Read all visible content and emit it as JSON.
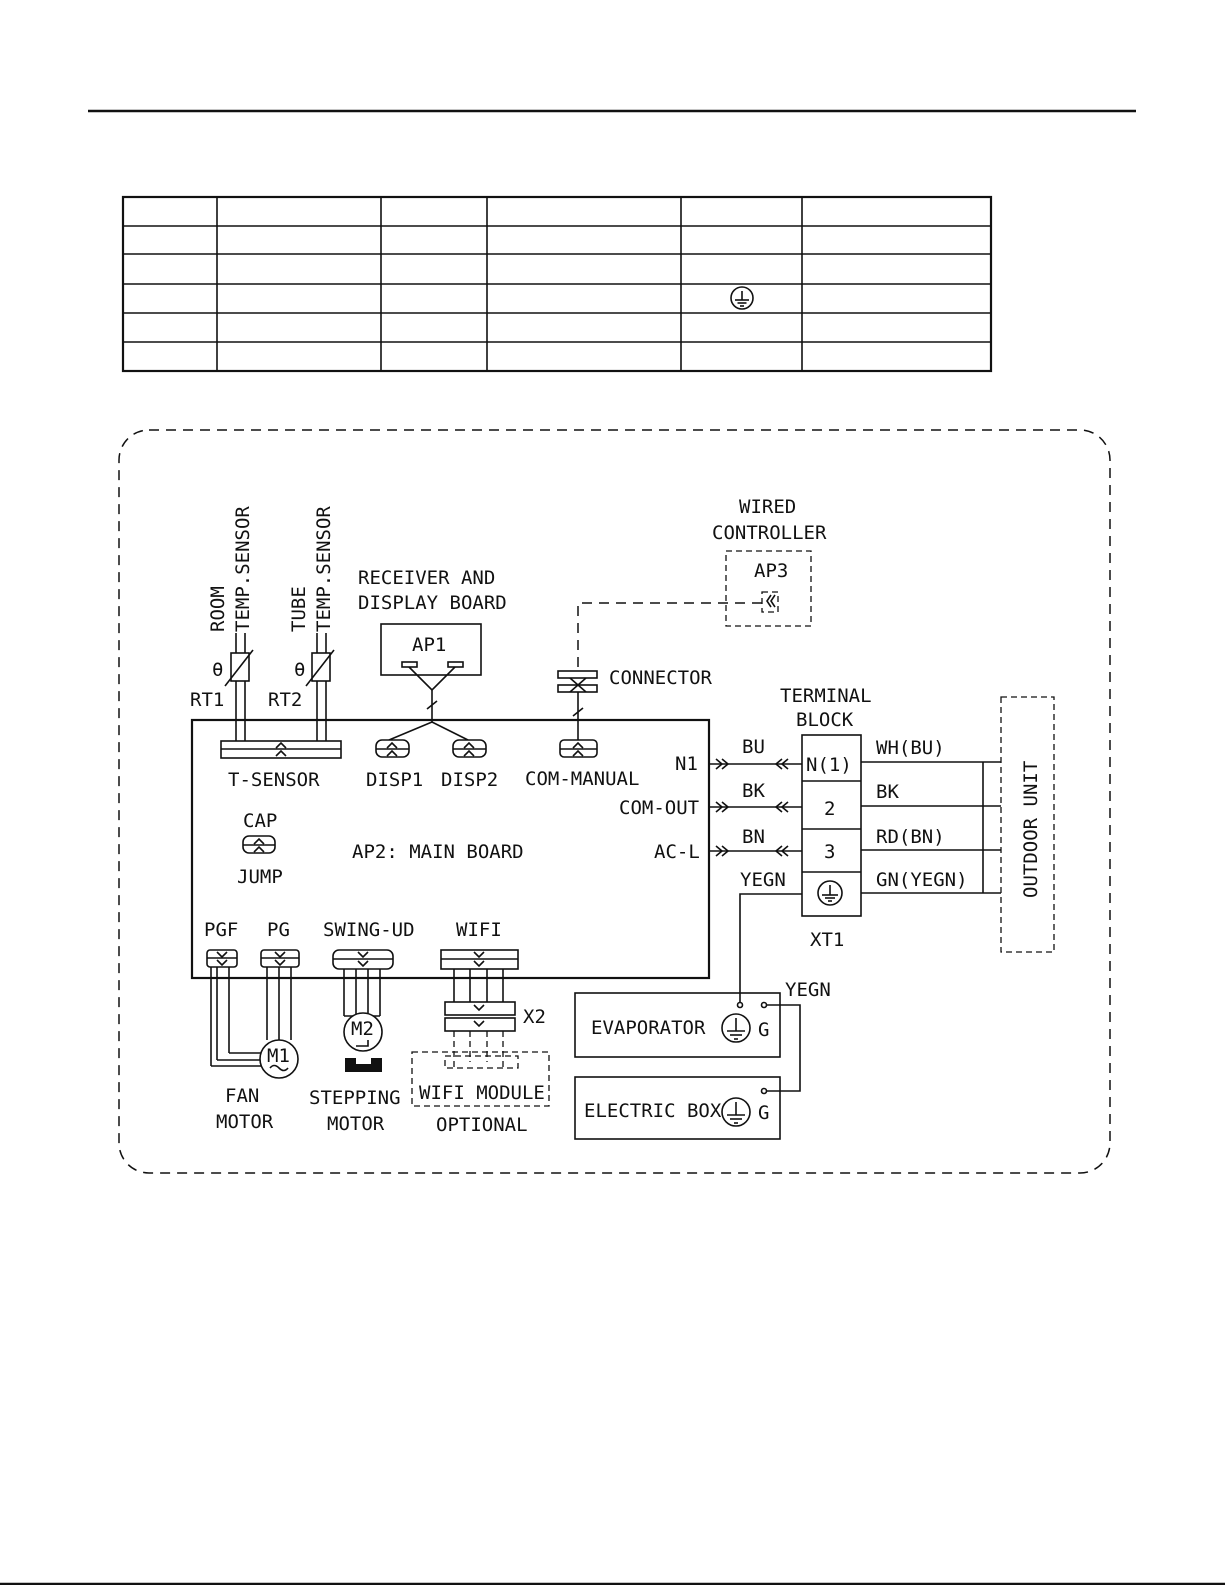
{
  "table": {
    "rows": 6,
    "cols": 6,
    "ground_cell": {
      "row": 3,
      "col": 4
    }
  },
  "labels": {
    "room_temp_sensor_1": "ROOM",
    "room_temp_sensor_2": "TEMP.SENSOR",
    "tube_temp_sensor_1": "TUBE",
    "tube_temp_sensor_2": "TEMP.SENSOR",
    "rt1": "RT1",
    "rt2": "RT2",
    "receiver_1": "RECEIVER AND",
    "receiver_2": "DISPLAY BOARD",
    "ap1": "AP1",
    "wired_1": "WIRED",
    "wired_2": "CONTROLLER",
    "ap3": "AP3",
    "connector": "CONNECTOR",
    "terminal_1": "TERMINAL",
    "terminal_2": "BLOCK",
    "t_sensor": "T-SENSOR",
    "disp1": "DISP1",
    "disp2": "DISP2",
    "com_manual": "COM-MANUAL",
    "n1": "N1",
    "com_out": "COM-OUT",
    "ac_l": "AC-L",
    "cap": "CAP",
    "jump": "JUMP",
    "main_board": "AP2: MAIN BOARD",
    "bu": "BU",
    "bk_left": "BK",
    "bn": "BN",
    "yegn_left": "YEGN",
    "tb_n1": "N(1)",
    "tb_2": "2",
    "tb_3": "3",
    "xt1": "XT1",
    "wh_bu": "WH(BU)",
    "bk_right": "BK",
    "rd_bn": "RD(BN)",
    "gn_yegn": "GN(YEGN)",
    "outdoor_unit": "OUTDOOR UNIT",
    "pgf": "PGF",
    "pg": "PG",
    "swing_ud": "SWING-UD",
    "wifi": "WIFI",
    "x2": "X2",
    "m1": "M1",
    "m2": "M2",
    "fan_1": "FAN",
    "fan_2": "MOTOR",
    "stepping_1": "STEPPING",
    "stepping_2": "MOTOR",
    "wifi_module": "WIFI MODULE",
    "optional": "OPTIONAL",
    "yegn_right": "YEGN",
    "evaporator": "EVAPORATOR",
    "evap_g": "G",
    "electric_box": "ELECTRIC BOX",
    "ebox_g": "G"
  }
}
